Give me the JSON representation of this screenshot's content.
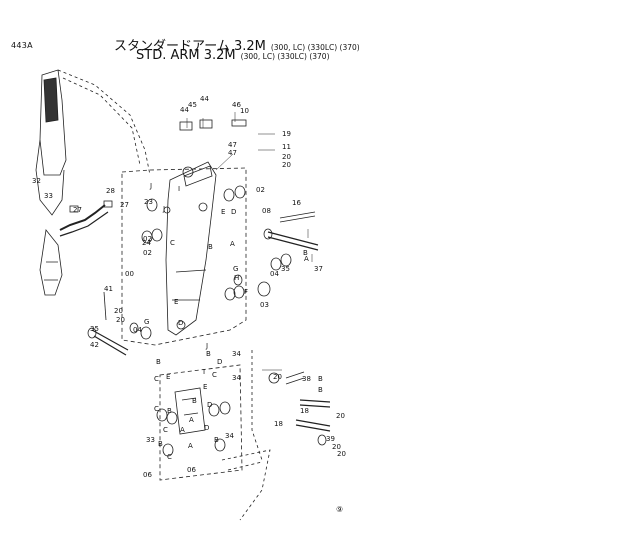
{
  "header": {
    "page_id": "443A",
    "title_jp": "スタンダードアーム 3.2M",
    "title_en": "STD. ARM 3.2M",
    "variants": "(300, LC) (330LC) (370)"
  },
  "callouts": [
    "44",
    "45",
    "44",
    "46",
    "10",
    "19",
    "11",
    "20",
    "20",
    "47",
    "47",
    "02",
    "32",
    "33",
    "28",
    "27",
    "23",
    "J",
    "08",
    "16",
    "E",
    "I",
    "D",
    "C",
    "02",
    "24",
    "A",
    "B",
    "27",
    "B",
    "A",
    "37",
    "J",
    "02",
    "G",
    "H",
    "04",
    "35",
    "F",
    "03",
    "00",
    "41",
    "20",
    "20",
    "42",
    "35",
    "04",
    "G",
    "E",
    "D",
    "J",
    "B",
    "34",
    "06",
    "C",
    "B",
    "C",
    "A",
    "D",
    "A",
    "B",
    "C",
    "33",
    "D",
    "34",
    "38",
    "20",
    "B",
    "B",
    "E",
    "D",
    "C",
    "B",
    "C",
    "B",
    "20",
    "18",
    "18",
    "39",
    "20",
    "20",
    "E",
    "B",
    "I",
    "34",
    "A",
    "06",
    "22"
  ],
  "footer": {
    "page_number": "⑨"
  }
}
